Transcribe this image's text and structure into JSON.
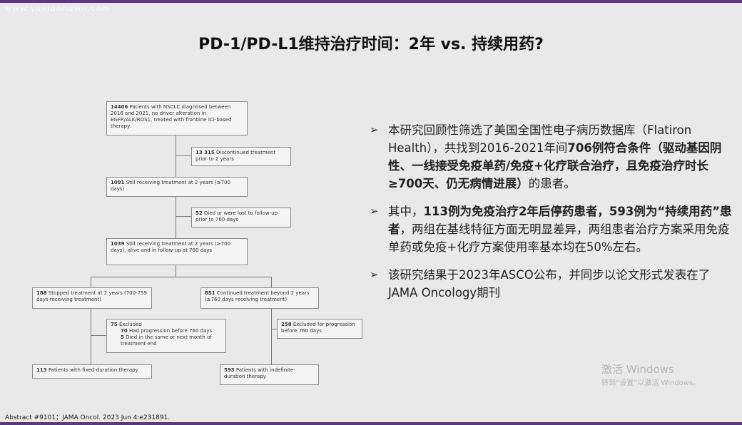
{
  "watermark": "www.yuaigongwu.com",
  "title": "PD-1/PD-L1维持治疗时间：2年 vs. 持续用药?",
  "flowchart": {
    "b1": {
      "num": "14406",
      "text": "Patients with NSCLC diagnosed between 2016 and 2021, no driver alteration in EGFR/ALK/ROS1, treated with frontline ICI-based therapy"
    },
    "b2": {
      "num": "13 315",
      "text": "Discontinued treatment prior to 2 years"
    },
    "b3": {
      "num": "1091",
      "text": "Still receiving treatment at 2 years (≥700 days)"
    },
    "b4": {
      "num": "52",
      "text": "Died or were lost to follow-up prior to 760 days"
    },
    "b5": {
      "num": "1039",
      "text": "Still receiving treatment at 2 years (≥700 days), alive and in follow-up at 760 days"
    },
    "b6": {
      "num": "188",
      "text": "Stopped treatment at 2 years (700-759 days receiving treatment)"
    },
    "b7": {
      "num": "851",
      "text": "Continued treatment beyond 2 years (≥760 days receiving treatment)"
    },
    "b8": {
      "num": "75",
      "label": "Excluded",
      "n1": "70",
      "t1": "Had progression before 760 days",
      "n2": "5",
      "t2": "Died in the same or next month of treatment end"
    },
    "b9": {
      "num": "258",
      "text": "Excluded for progression before 760 days"
    },
    "b10": {
      "num": "113",
      "text": "Patients with fixed-duration therapy"
    },
    "b11": {
      "num": "593",
      "text": "Patients with indefinite-duration therapy"
    }
  },
  "bullets": {
    "marker": "➢",
    "p1": {
      "a": "本研究回顾性筛选了美国全国性电子病历数据库（Flatiron Health），共找到2016-2021年间",
      "b": "706例符合条件（驱动基因阴性、一线接受免疫单药/免疫+化疗联合治疗，且免疫治疗时长≥700天、仍无病情进展）",
      "c": "的患者。"
    },
    "p2": {
      "a": "其中，",
      "b": "113例为免疫治疗2年后停药患者，593例为“持续用药”患者",
      "c": "，两组在基线特征方面无明显差异，两组患者治疗方案采用免疫单药或免疫+化疗方案使用率基本均在50%左右。"
    },
    "p3": {
      "a": "该研究结果于2023年ASCO公布，并同步以论文形式发表在了JAMA Oncology期刊"
    }
  },
  "citation": "Abstract #9101；JAMA Oncol. 2023 Jun 4:e231891.",
  "windows": {
    "line1": "激活 Windows",
    "line2": "转到“设置”以激活 Windows。"
  }
}
